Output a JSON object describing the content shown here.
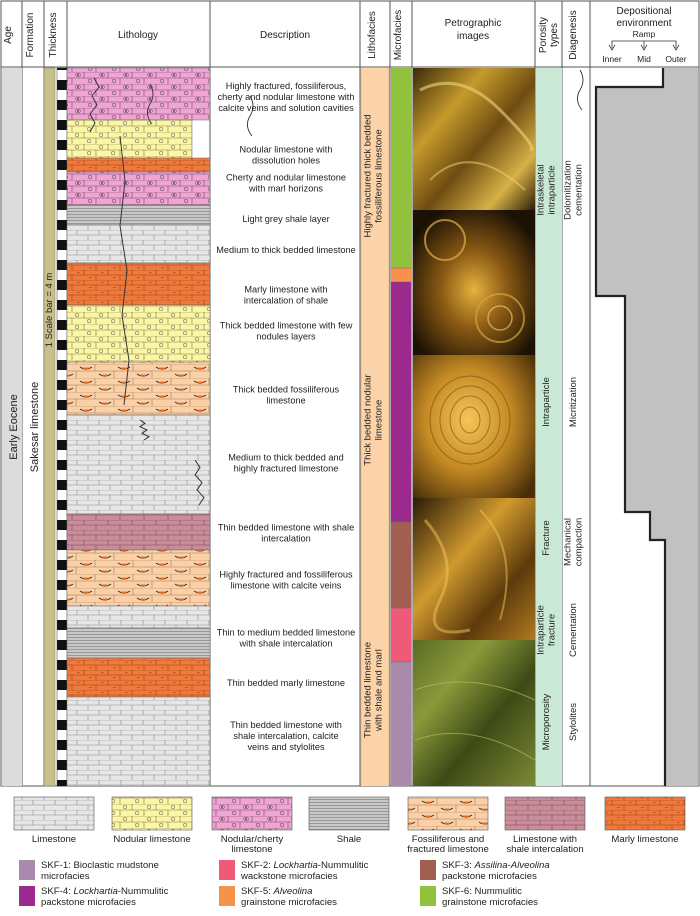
{
  "headers": {
    "age": "Age",
    "formation": "Formation",
    "thickness": "Thickness",
    "lithology": "Lithology",
    "description": "Description",
    "lithofacies": "Lithofacies",
    "microfacies": "Microfacies",
    "petrographic_line1": "Petrographic",
    "petrographic_line2": "images",
    "porosity_line1": "Porosity",
    "porosity_line2": "types",
    "diagenesis": "Diagenesis",
    "environment_line1": "Depositional",
    "environment_line2": "environment",
    "ramp": "Ramp",
    "inner": "Inner",
    "mid": "Mid",
    "outer": "Outer"
  },
  "age": "Early Eocene",
  "formation": "Sakesar limestone",
  "scale_bar": "1 Scale bar = 4 m",
  "descriptions": [
    [
      "Highly fractured, fossiliferous,",
      "cherty and nodular limestone with",
      "calcite veins and solution cavities"
    ],
    [
      "Nodular limestone with",
      "dissolution holes"
    ],
    [
      "Cherty and nodular limestone",
      "with marl horizons"
    ],
    [
      "Light grey shale layer"
    ],
    [
      "Medium to thick bedded limestone"
    ],
    [
      "Marly limestone with",
      "intercalation of shale"
    ],
    [
      "Thick bedded limestone with few",
      "nodules layers"
    ],
    [
      "Thick bedded fossiliferous",
      "limestone"
    ],
    [
      "Medium to thick bedded and",
      "highly fractured limestone"
    ],
    [
      "Thin bedded limestone with shale",
      "intercalation"
    ],
    [
      "Highly fractured and fossiliferous",
      "limestone with calcite veins"
    ],
    [
      "Thin to medium bedded limestone",
      "with shale intercalation"
    ],
    [
      "Thin bedded marly limestone"
    ],
    [
      "Thin bedded limestone with",
      "shale intercalation, calcite",
      "veins and stylolites"
    ]
  ],
  "lithofacies": [
    [
      "Highly fractured thick bedded",
      "fossiliferous limestone"
    ],
    [
      "Thick bedded nodular",
      "limestone"
    ],
    [
      "Thin bedded limestone",
      "with shale and marl"
    ]
  ],
  "porosity": [
    [
      "Intraskeletal",
      "intraparticle"
    ],
    [
      "Intraparticle"
    ],
    [
      "Fracture"
    ],
    [
      "Intraparticle",
      "fracture"
    ],
    [
      "Microporosity"
    ]
  ],
  "diagenesis": [
    [
      "Dolomitization",
      "cementation"
    ],
    [
      "Micritization"
    ],
    [
      "Mechanical",
      "compaction"
    ],
    [
      "Cementation"
    ],
    [
      "Stylolites"
    ]
  ],
  "lithology_legend": [
    {
      "key": "limestone",
      "label": [
        "Limestone"
      ]
    },
    {
      "key": "nodular",
      "label": [
        "Nodular limestone"
      ]
    },
    {
      "key": "cherty",
      "label": [
        "Nodular/cherty",
        "limestone"
      ]
    },
    {
      "key": "shale",
      "label": [
        "Shale"
      ]
    },
    {
      "key": "fossil",
      "label": [
        "Fossiliferous and",
        "fractured limestone"
      ]
    },
    {
      "key": "limeshale",
      "label": [
        "Limestone with",
        "shale intercalation"
      ]
    },
    {
      "key": "marly",
      "label": [
        "Marly limestone"
      ]
    }
  ],
  "microfacies_legend": [
    {
      "color": "#a98aac",
      "l1": [
        [
          "SKF-1: Bioclastic mudstone",
          ""
        ]
      ],
      "l2": [
        [
          "microfacies",
          ""
        ]
      ]
    },
    {
      "color": "#ef5a78",
      "l1": [
        [
          "SKF-2: ",
          ""
        ],
        [
          "Lockhartia",
          "i"
        ],
        [
          "-Nummulitic",
          ""
        ]
      ],
      "l2": [
        [
          "wackstone microfacies",
          ""
        ]
      ]
    },
    {
      "color": "#a25e50",
      "l1": [
        [
          "SKF-3: ",
          ""
        ],
        [
          "Assilina",
          "i"
        ],
        [
          "-",
          ""
        ],
        [
          "Alveolina",
          "i"
        ]
      ],
      "l2": [
        [
          "packstone microfacies",
          ""
        ]
      ]
    },
    {
      "color": "#9c2a8e",
      "l1": [
        [
          "SKF-4: ",
          ""
        ],
        [
          "Lockhartia",
          "i"
        ],
        [
          "-Nummulitic",
          ""
        ]
      ],
      "l2": [
        [
          "packstone microfacies",
          ""
        ]
      ]
    },
    {
      "color": "#f7914c",
      "l1": [
        [
          "SKF-5: ",
          ""
        ],
        [
          "Alveolina",
          "i"
        ]
      ],
      "l2": [
        [
          "grainstone microfacies",
          ""
        ]
      ]
    },
    {
      "color": "#92c23d",
      "l1": [
        [
          "SKF-6: Nummulitic",
          ""
        ]
      ],
      "l2": [
        [
          "grainstone microfacies",
          ""
        ]
      ]
    }
  ],
  "colors": {
    "limestone": "#e6e6e6",
    "nodular": "#fbf6a6",
    "cherty": "#eea5d3",
    "fossil": "#fbd0a6",
    "limeshale": "#c98c9a",
    "marly": "#ef7a3e",
    "column_bg": "#ffffff",
    "age_col": "#dcdcdc",
    "lithofacies": "#fcd3a8",
    "porosity": "#c9e8d5",
    "env_fill": "#c1c1c1",
    "formation_bar": "#c8c08a"
  }
}
